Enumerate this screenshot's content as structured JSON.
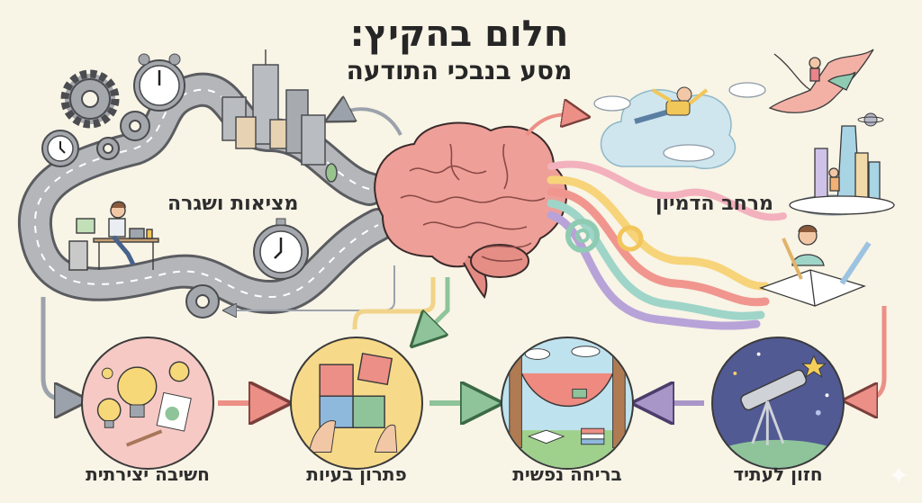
{
  "title": {
    "line1": "חלום בהקיץ:",
    "line2": "מסע בנבכי התודעה"
  },
  "regions": {
    "left": {
      "label": "מציאות ושגרה",
      "icons": [
        "gears-icon",
        "alarm-clock-icon",
        "city-buildings-icon",
        "winding-road-icon",
        "office-worker-icon",
        "stopwatch-icon"
      ]
    },
    "right": {
      "label": "מרחב הדמיון",
      "icons": [
        "flying-boy-icon",
        "bird-rider-icon",
        "fantasy-city-icon",
        "rainbow-swirl-icon",
        "writing-boy-icon",
        "pen-icon"
      ]
    },
    "center": {
      "icon": "brain-icon"
    }
  },
  "nodes": [
    {
      "id": "creative",
      "label": "חשיבה יצירתית",
      "icon": "lightbulb-icon",
      "color": "#f6c9c4"
    },
    {
      "id": "problem",
      "label": "פתרון בעיות",
      "icon": "puzzle-icon",
      "color": "#f7d98a"
    },
    {
      "id": "escape",
      "label": "בריחה נפשית",
      "icon": "hammock-icon",
      "color": "#bfe3ee"
    },
    {
      "id": "vision",
      "label": "חזון לעתיד",
      "icon": "telescope-icon",
      "color": "#525a94"
    }
  ],
  "colors": {
    "background": "#f8f4e6",
    "road": "#a9abae",
    "brain": "#ee9f98",
    "arrow_gray": "#9ba2ab",
    "arrow_pink": "#ec8f86",
    "arrow_green": "#8fc49a",
    "arrow_purple": "#a996c8",
    "arrow_yellow": "#f1d48a"
  }
}
